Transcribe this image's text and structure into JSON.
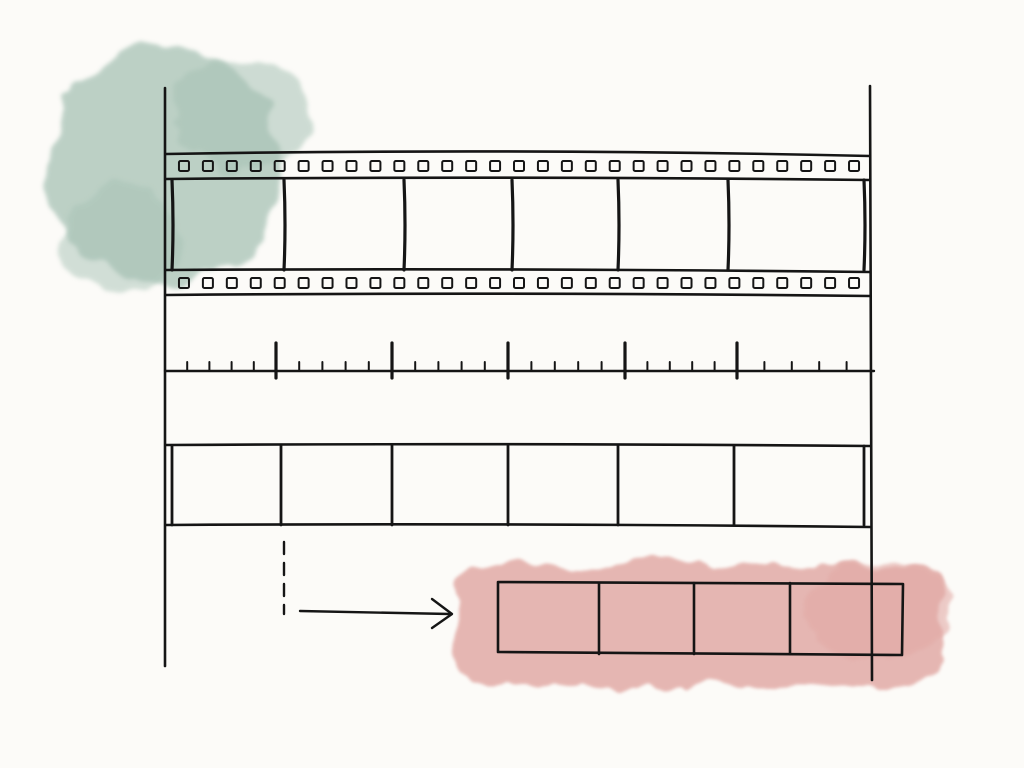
{
  "diagram": {
    "type": "film-strip-timeline-segmentation",
    "background_color": "#fcfbf8",
    "ink_color": "#151515",
    "left_wash_color": "#a7c2b5",
    "highlight_wash_color": "#e2aaa6",
    "film_strip": {
      "frame_count": 6,
      "sprocket_holes_per_row": 29
    },
    "timeline": {
      "major_tick_count": 5,
      "minor_ticks_per_gap": 4
    },
    "segment_track": {
      "segment_count": 6
    },
    "selection": {
      "segment_count": 4,
      "connector": "dashed-line-with-arrow"
    }
  }
}
